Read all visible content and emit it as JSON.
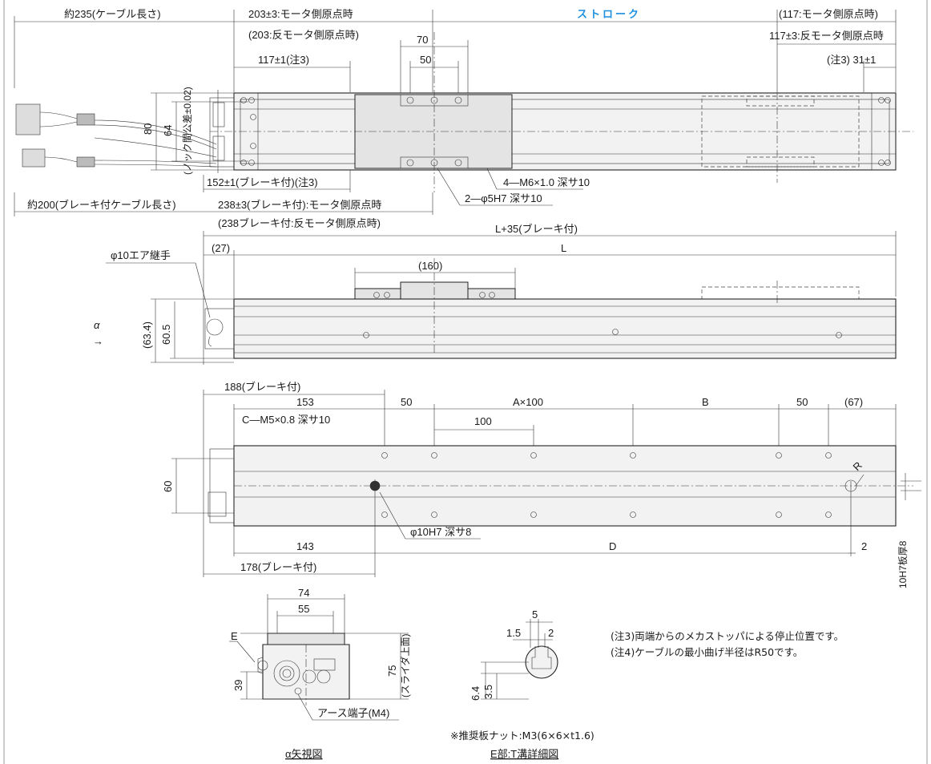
{
  "top_view": {
    "cable_length": "約235(ケーブル長さ)",
    "motor_origin_203": "203±3:モータ側原点時",
    "anti_motor_origin_203": "(203:反モータ側原点時)",
    "stroke": "ストローク",
    "motor_origin_117": "(117:モータ側原点時)",
    "anti_motor_origin_117": "117±3:反モータ側原点時",
    "dim_70": "70",
    "dim_50": "50",
    "dim_117_note3": "117±1(注3)",
    "dim_31_note3": "(注3) 31±1",
    "dim_80": "80",
    "dim_64": "64",
    "knock_tolerance": "(ノック間公差±0.02)",
    "dim_152_brake": "152±1(ブレーキ付)(注3)",
    "tap_m6": "4—M6×1.0 深サ10",
    "pin_hole_5": "2—φ5H7 深サ10",
    "brake_cable_length": "約200(ブレーキ付ケーブル長さ)",
    "brake_motor_origin_238": "238±3(ブレーキ付):モータ側原点時",
    "brake_anti_motor_origin_238": "(238ブレーキ付:反モータ側原点時)"
  },
  "side_view": {
    "l_plus_35": "L+35(ブレーキ付)",
    "air_fitting": "φ10エア継手",
    "dim_27": "(27)",
    "dim_l": "L",
    "dim_160": "(160)",
    "alpha": "α",
    "arrow": "→",
    "dim_63_4": "(63.4)",
    "dim_60_5": "60.5"
  },
  "bottom_view": {
    "dim_188_brake": "188(ブレーキ付)",
    "dim_153": "153",
    "dim_50a": "50",
    "dim_a100": "A×100",
    "dim_b": "B",
    "dim_50b": "50",
    "dim_67": "(67)",
    "tap_m5": "C—M5×0.8 深サ10",
    "dim_100": "100",
    "dim_60": "60",
    "r_label": "R",
    "pin_hole_10": "φ10H7 深サ8",
    "dim_143": "143",
    "dim_d": "D",
    "dim_2": "2",
    "plate_thickness": "10H7板厚8",
    "dim_178_brake": "178(ブレーキ付)"
  },
  "end_view": {
    "dim_74": "74",
    "dim_55": "55",
    "e_label": "E",
    "dim_75": "75",
    "slider_top": "(スライダ上面)",
    "dim_39": "39",
    "ground_terminal": "アース端子(M4)",
    "caption": "α矢視図"
  },
  "detail_e": {
    "dim_5": "5",
    "dim_1_5": "1.5",
    "dim_2": "2",
    "dim_6_4": "6.4",
    "dim_3_5": "3.5",
    "nut_note": "※推奨板ナット:M3(6×6×t1.6)",
    "caption": "E部:T溝詳細図"
  },
  "notes": {
    "note3": "(注3)両端からのメカストッパによる停止位置です。",
    "note4": "(注4)ケーブルの最小曲げ半径はR50です。"
  },
  "colors": {
    "stroke_label": "#1e90e0",
    "line": "#222222",
    "body_fill": "#f2f2f2"
  }
}
